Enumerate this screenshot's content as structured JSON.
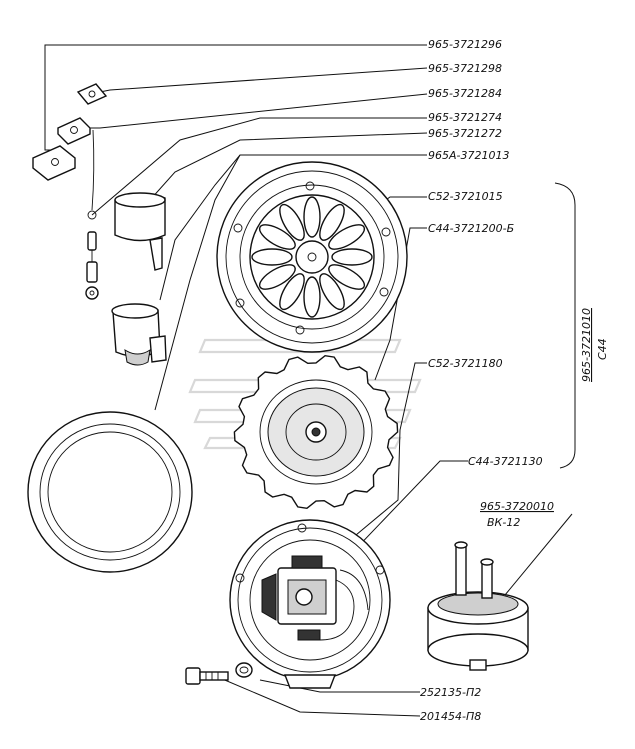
{
  "part_labels": {
    "p1": "965-3721296",
    "p2": "965-3721298",
    "p3": "965-3721284",
    "p4": "965-3721274",
    "p5": "965-3721272",
    "p6": "965А-3721013",
    "p7": "С52-3721015",
    "p8": "С44-3721200-Б",
    "p9": "С52-3721180",
    "p10": "С44-3721130",
    "p11": "965-3720010",
    "p11_sub": "ВК-12",
    "p12": "252135-П2",
    "p13": "201454-П8"
  },
  "group_label": {
    "code": "965-3721010",
    "name": "С44"
  }
}
